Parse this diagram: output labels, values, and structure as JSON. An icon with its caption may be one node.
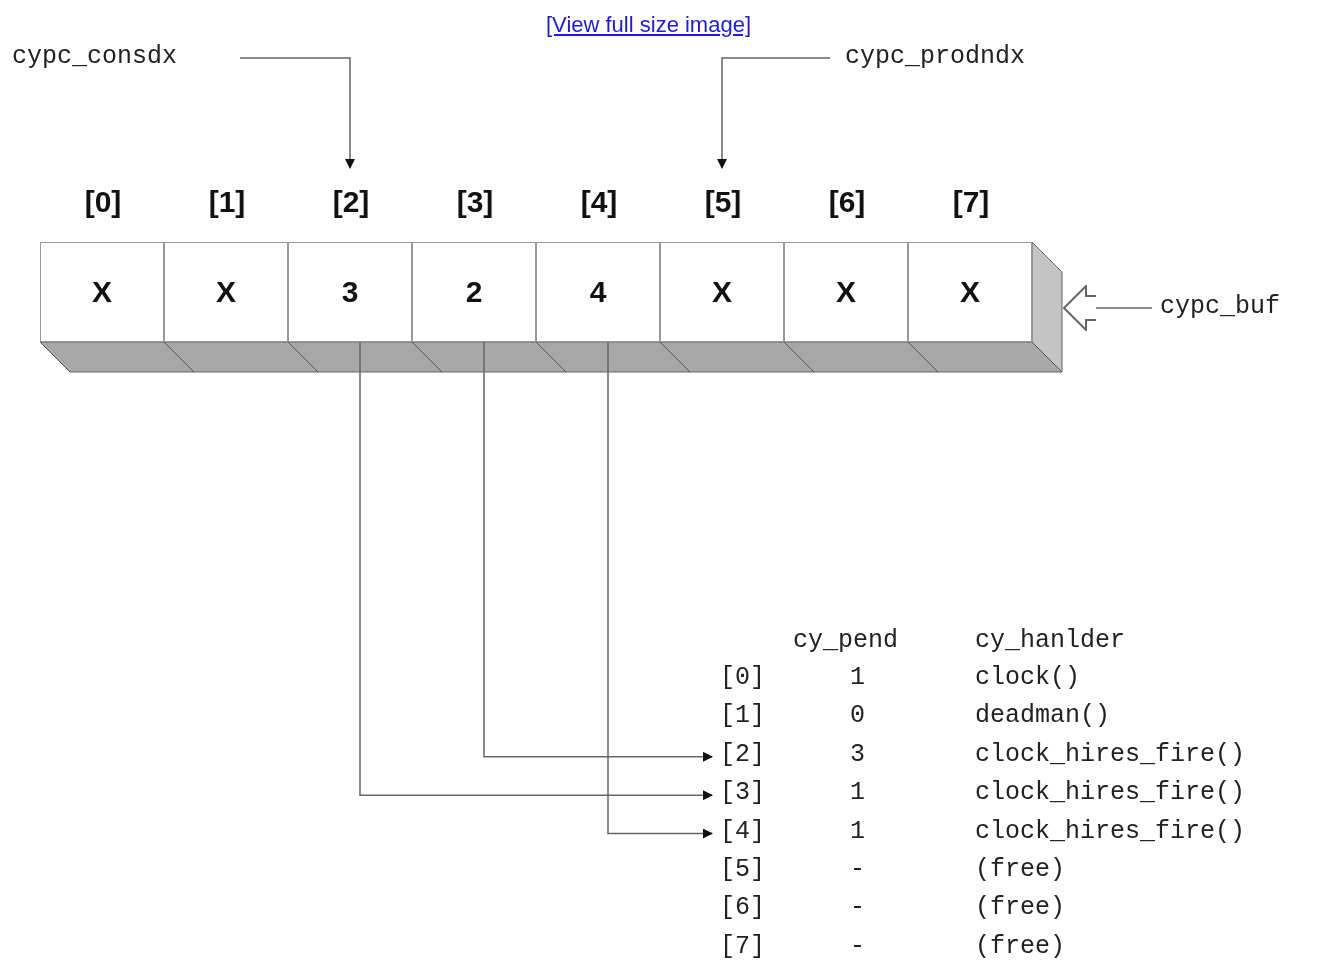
{
  "diagram": {
    "nodes": [
      {
        "text": [
          "cypc_consdx"
        ]
      },
      {
        "text": [
          "cypc_prodndx"
        ]
      },
      {
        "text": [],
        "shape": "bar"
      },
      {
        "text": [
          "X"
        ],
        "beside": [
          "[0]"
        ],
        "in": 2
      },
      {
        "text": [
          "X"
        ],
        "beside": [
          "[1]"
        ],
        "in": 2
      },
      {
        "text": [
          "3"
        ],
        "beside": [
          "[2]"
        ],
        "in": 2
      },
      {
        "text": [
          "2"
        ],
        "beside": [
          "[3]"
        ],
        "in": 2
      },
      {
        "text": [
          "4"
        ],
        "beside": [
          "[4]"
        ],
        "in": 2
      },
      {
        "text": [
          "X"
        ],
        "beside": [
          "[5]"
        ],
        "in": 2
      },
      {
        "text": [
          "X"
        ],
        "beside": [
          "[6]"
        ],
        "in": 2
      },
      {
        "text": [
          "X"
        ],
        "beside": [
          "[7]"
        ],
        "in": 2
      },
      {
        "text": [
          "cypc_buf"
        ]
      },
      {
        "text": [
          "[0]",
          "1",
          "clock()"
        ]
      },
      {
        "text": [
          "[1]",
          "0",
          "deadman()"
        ]
      },
      {
        "text": [
          "[2]",
          "3",
          "clock_hires_fire()"
        ]
      },
      {
        "text": [
          "[3]",
          "1",
          "clock_hires_fire()"
        ]
      },
      {
        "text": [
          "[4]",
          "1",
          "clock_hires_fire()"
        ]
      },
      {
        "text": [
          "[5]",
          "-",
          "(free)"
        ]
      },
      {
        "text": [
          "[6]",
          "-",
          "(free)"
        ]
      },
      {
        "text": [
          "[7]",
          "-",
          "(free)"
        ]
      }
    ],
    "edges": [
      {
        "from": 0,
        "to": 5,
        "arrow": "to"
      },
      {
        "from": 1,
        "to": 8,
        "arrow": "to"
      },
      {
        "from": 11,
        "to": 2,
        "arrow": "to"
      },
      {
        "from": 5,
        "to": 15,
        "arrow": "to"
      },
      {
        "from": 6,
        "to": 14,
        "arrow": "to"
      },
      {
        "from": 7,
        "to": 16,
        "arrow": "to"
      }
    ],
    "labels": [
      "[View full size image]",
      "cy_pend",
      "cy_hanlder"
    ]
  }
}
